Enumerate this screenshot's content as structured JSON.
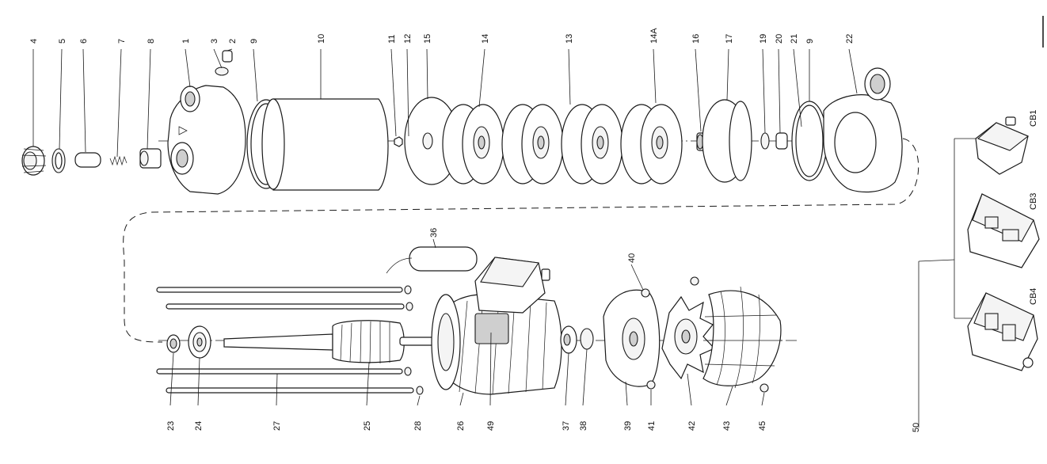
{
  "callouts": {
    "top": [
      "4",
      "5",
      "6",
      "7",
      "8",
      "1",
      "3",
      "2",
      "9",
      "10",
      "11",
      "12",
      "15",
      "14",
      "13",
      "14A",
      "16",
      "17",
      "19",
      "20",
      "21",
      "9",
      "22"
    ],
    "bottom": [
      "23",
      "24",
      "27",
      "25",
      "28",
      "26",
      "49",
      "37",
      "38",
      "39",
      "41",
      "42",
      "43",
      "45"
    ],
    "capacitor": "36",
    "washer": "40",
    "boxes": [
      "CB1",
      "CB3",
      "CB4"
    ],
    "group": "50"
  }
}
